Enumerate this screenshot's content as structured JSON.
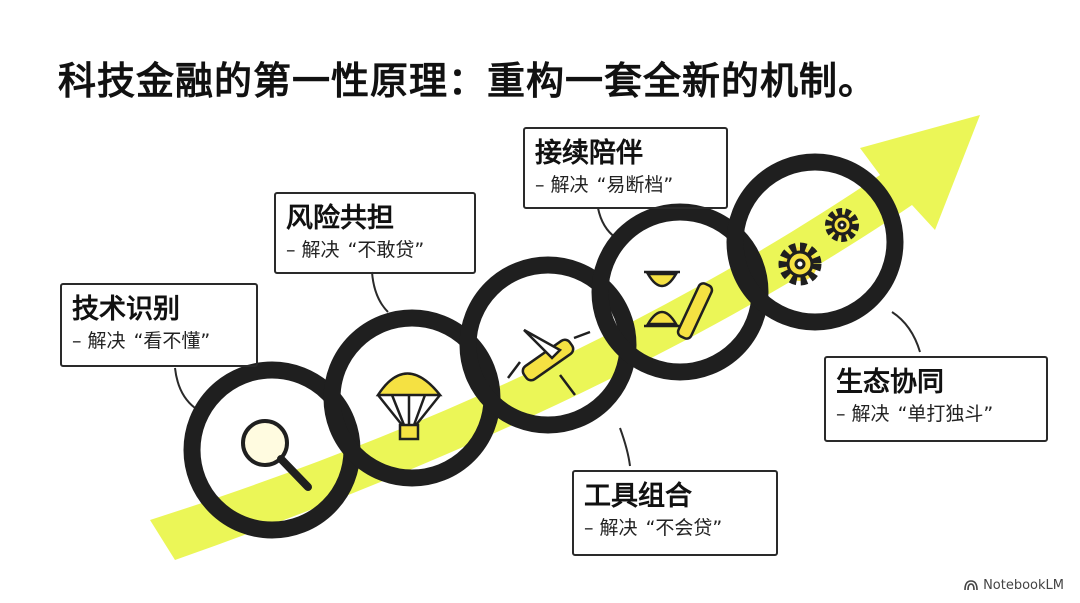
{
  "title": "科技金融的第一性原理：重构一套全新的机制。",
  "steps": [
    {
      "title": "技术识别",
      "prefix": "– 解决",
      "quote": "“看不懂”",
      "icon": "magnifier-icon"
    },
    {
      "title": "风险共担",
      "prefix": "– 解决",
      "quote": "“不敢贷”",
      "icon": "parachute-icon"
    },
    {
      "title": "工具组合",
      "prefix": "– 解决",
      "quote": "“不会贷”",
      "icon": "swiss-knife-icon"
    },
    {
      "title": "接续陪伴",
      "prefix": "– 解决",
      "quote": "“易断档”",
      "icon": "hourglass-scroll-icon"
    },
    {
      "title": "生态协同",
      "prefix": "– 解决",
      "quote": "“单打独斗”",
      "icon": "gears-icon"
    }
  ],
  "colors": {
    "arrow": "#e8f53a",
    "ring": "#1f1f1f",
    "icon_fill": "#f5e142"
  },
  "footer": {
    "brand": "NotebookLM"
  }
}
